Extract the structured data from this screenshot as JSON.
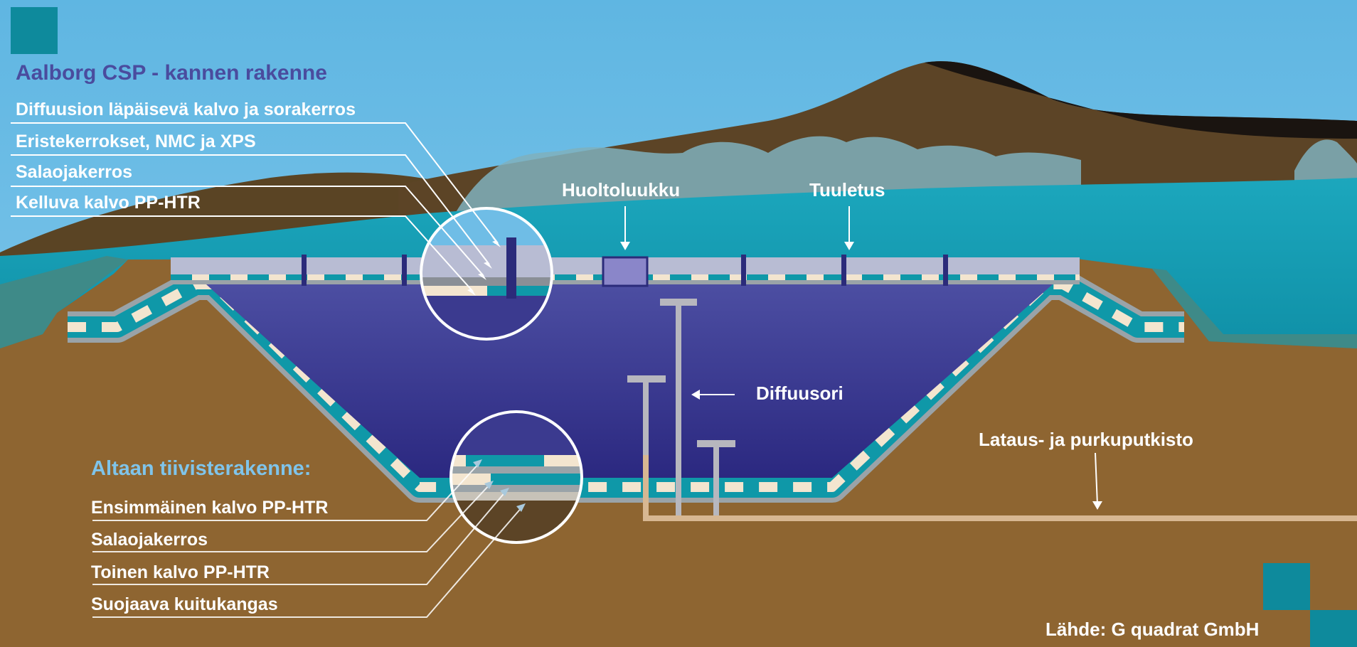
{
  "cover": {
    "title": "Aalborg CSP - kannen rakenne",
    "layers": [
      "Diffuusion läpäisevä kalvo ja sorakerros",
      "Eristekerrokset, NMC ja XPS",
      "Salaojakerros",
      "Kelluva kalvo PP-HTR"
    ]
  },
  "sealing": {
    "title": "Altaan tiivisterakenne:",
    "layers": [
      "Ensimmäinen kalvo PP-HTR",
      "Salaojakerros",
      "Toinen kalvo PP-HTR",
      "Suojaava kuitukangas"
    ]
  },
  "callouts": {
    "hatch": "Huoltoluukku",
    "vent": "Tuuletus",
    "diffuser": "Diffuusori",
    "piping": "Lataus- ja purkuputkisto"
  },
  "source": "Lähde: G quadrat GmbH",
  "colors": {
    "sky": "#6fbde6",
    "hill": "#5c4426",
    "ground": "#8e6531",
    "water": "#3f3d93",
    "teal": "#0e97a8",
    "title_dark": "#4a4c9e",
    "title_light": "#7fc4ea"
  }
}
